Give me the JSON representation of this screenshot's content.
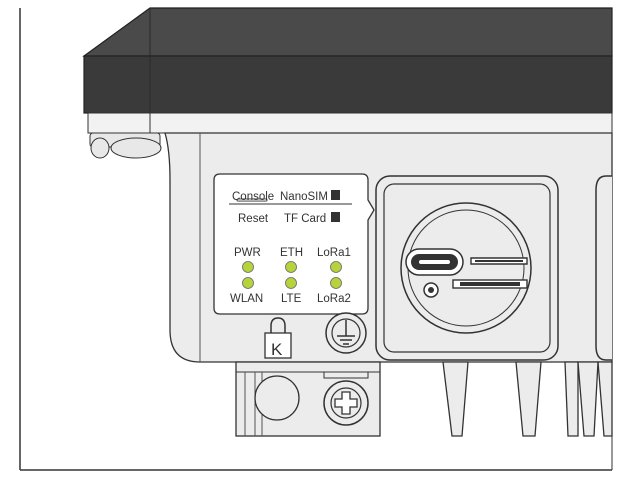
{
  "labels": {
    "console": "Console",
    "nanosim": "NanoSIM",
    "reset": "Reset",
    "tfcard": "TF Card",
    "pwr": "PWR",
    "eth": "ETH",
    "lora1": "LoRa1",
    "wlan": "WLAN",
    "lte": "LTE",
    "lora2": "LoRa2",
    "lock_letter": "K"
  },
  "colors": {
    "led": "#b7d33b",
    "lid": "#3d3d3d",
    "body": "#ececec",
    "panel": "#ffffff",
    "line": "#333333"
  },
  "icons": {
    "lock": "kensington-lock-icon",
    "ground": "ground-icon",
    "screw": "screw-icon",
    "usb_c": "usb-c-port-icon",
    "sim_card": "sim-card-icon",
    "sd_card": "sd-card-icon"
  }
}
